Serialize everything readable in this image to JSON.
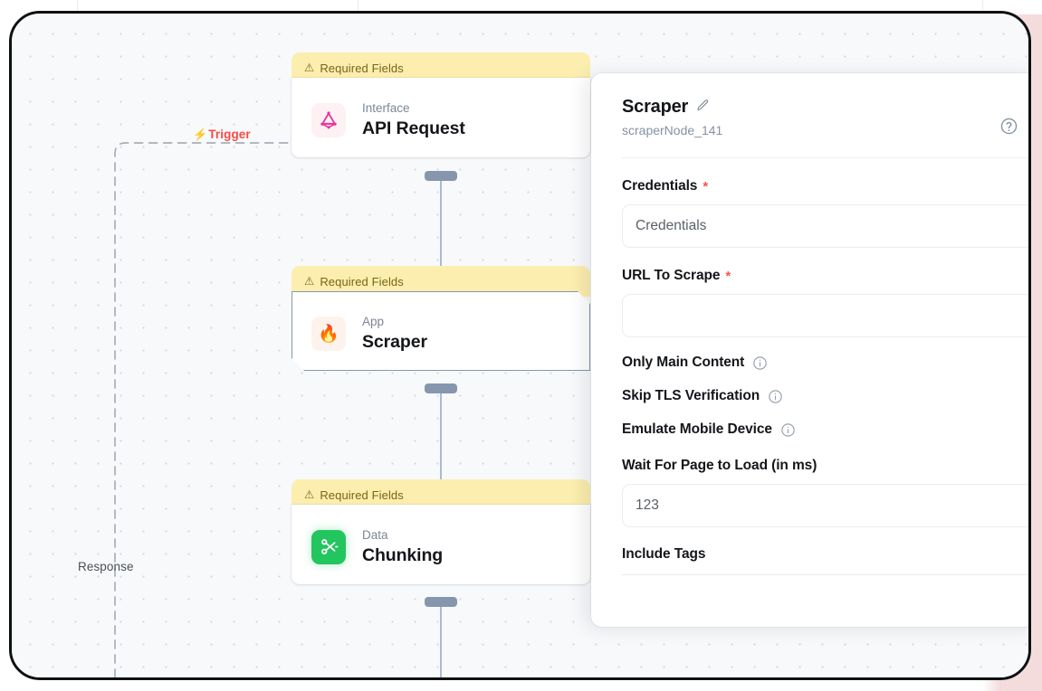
{
  "canvas": {
    "edges": [
      {
        "label": "Trigger",
        "icon": "lightning-bolt-icon",
        "color": "#fb4a43"
      },
      {
        "label": "Response",
        "icon": "none",
        "color": "#4a4f57"
      }
    ]
  },
  "nodes": [
    {
      "warning": "Required Fields",
      "warning_icon": "warning-triangle-icon",
      "kind": "Interface",
      "title": "API Request",
      "icon": "graphql-icon",
      "icon_glyph": "⬡",
      "selected": false
    },
    {
      "warning": "Required Fields",
      "warning_icon": "warning-triangle-icon",
      "kind": "App",
      "title": "Scraper",
      "icon": "flame-icon",
      "icon_glyph": "🔥",
      "selected": true
    },
    {
      "warning": "Required Fields",
      "warning_icon": "warning-triangle-icon",
      "kind": "Data",
      "title": "Chunking",
      "icon": "scissors-icon",
      "icon_glyph": "✂",
      "selected": false
    }
  ],
  "panel": {
    "title": "Scraper",
    "edit_icon": "pencil-icon",
    "subtitle": "scraperNode_141",
    "help_icon": "question-mark-circle-icon",
    "fields": [
      {
        "label": "Credentials",
        "required": true,
        "type": "text",
        "value": "Credentials",
        "placeholder": "Credentials"
      },
      {
        "label": "URL To Scrape",
        "required": true,
        "type": "text",
        "value": "",
        "placeholder": ""
      },
      {
        "label": "Only Main Content",
        "required": false,
        "type": "toggle",
        "info_icon": "info-circle-icon"
      },
      {
        "label": "Skip TLS Verification",
        "required": false,
        "type": "toggle",
        "info_icon": "info-circle-icon"
      },
      {
        "label": "Emulate Mobile Device",
        "required": false,
        "type": "toggle",
        "info_icon": "info-circle-icon"
      },
      {
        "label": "Wait For Page to Load (in ms)",
        "required": false,
        "type": "number",
        "value": "123",
        "placeholder": "123"
      },
      {
        "label": "Include Tags",
        "required": false,
        "type": "tags",
        "value": ""
      }
    ]
  },
  "colors": {
    "warning_bg": "#fceeae",
    "warning_text": "#7a6418",
    "required_asterisk": "#f2574c",
    "trigger": "#fb4a43",
    "node_selected_border": "#8697ad",
    "handle": "#8697ad",
    "chunk_icon_bg": "#22c55e",
    "page_backdrop": "#f4dcdd"
  }
}
